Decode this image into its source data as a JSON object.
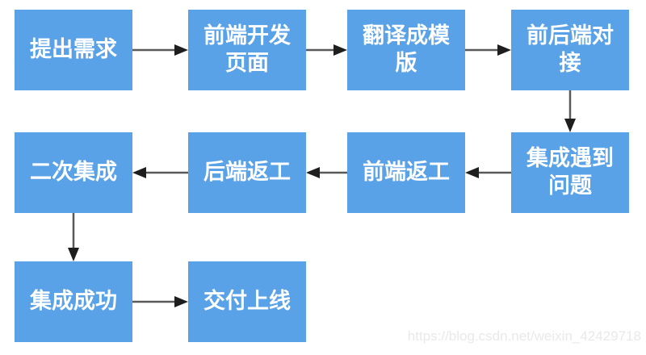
{
  "diagram": {
    "type": "flowchart",
    "colors": {
      "node_fill": "#5AA2E8",
      "node_text": "#FFFFFF",
      "arrow_line": "#595959",
      "arrow_head": "#1E1E1E",
      "background": "#FFFFFF",
      "watermark": "#E9E9E9"
    },
    "nodes": [
      {
        "id": "request",
        "label": "提出需求"
      },
      {
        "id": "frontend-dev-page",
        "label": "前端开发页面"
      },
      {
        "id": "translate-template",
        "label": "翻译成模版"
      },
      {
        "id": "front-back-join",
        "label": "前后端对接"
      },
      {
        "id": "integration-issue",
        "label": "集成遇到问题"
      },
      {
        "id": "frontend-rework",
        "label": "前端返工"
      },
      {
        "id": "backend-rework",
        "label": "后端返工"
      },
      {
        "id": "second-integration",
        "label": "二次集成"
      },
      {
        "id": "integration-success",
        "label": "集成成功"
      },
      {
        "id": "delivery-online",
        "label": "交付上线"
      }
    ],
    "edges": [
      {
        "from": "提出需求",
        "to": "前端开发页面",
        "direction": "right"
      },
      {
        "from": "前端开发页面",
        "to": "翻译成模版",
        "direction": "right"
      },
      {
        "from": "翻译成模版",
        "to": "前后端对接",
        "direction": "right"
      },
      {
        "from": "前后端对接",
        "to": "集成遇到问题",
        "direction": "down"
      },
      {
        "from": "集成遇到问题",
        "to": "前端返工",
        "direction": "left"
      },
      {
        "from": "前端返工",
        "to": "后端返工",
        "direction": "left"
      },
      {
        "from": "后端返工",
        "to": "二次集成",
        "direction": "left"
      },
      {
        "from": "二次集成",
        "to": "集成成功",
        "direction": "down"
      },
      {
        "from": "集成成功",
        "to": "交付上线",
        "direction": "right"
      }
    ]
  },
  "watermark": {
    "text": "https://blog.csdn.net/weixin_42429718"
  }
}
